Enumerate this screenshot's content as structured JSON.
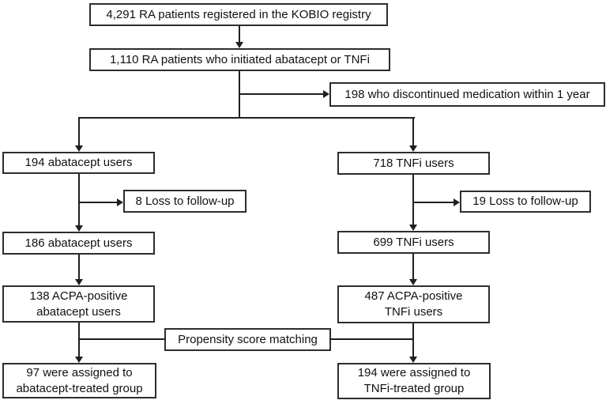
{
  "figure": {
    "type": "patient-flow-diagram",
    "colors": {
      "background": "#ffffff",
      "box_border": "#2d2d2d",
      "connector": "#1f1f1f",
      "text": "#111111"
    },
    "nodes": {
      "registry": "4,291 RA patients registered in the KOBIO registry",
      "initiated": "1,110 RA patients who initiated abatacept or TNFi",
      "discontinued": "198 who discontinued medication within 1 year",
      "abatacept_users": "194 abatacept users",
      "tnfi_users": "718 TNFi users",
      "abatacept_loss_followup": "8 Loss to follow-up",
      "tnfi_loss_followup": "19 Loss to follow-up",
      "abatacept_users_after_loss": "186 abatacept users",
      "tnfi_users_after_loss": "699 TNFi users",
      "abatacept_acpa_positive": [
        "138 ACPA-positive",
        "abatacept users"
      ],
      "tnfi_acpa_positive": [
        "487 ACPA-positive",
        "TNFi users"
      ],
      "matching": "Propensity score matching",
      "abatacept_assigned": [
        "97 were assigned to",
        "abatacept-treated group"
      ],
      "tnfi_assigned": [
        "194 were assigned to",
        "TNFi-treated group"
      ]
    }
  }
}
